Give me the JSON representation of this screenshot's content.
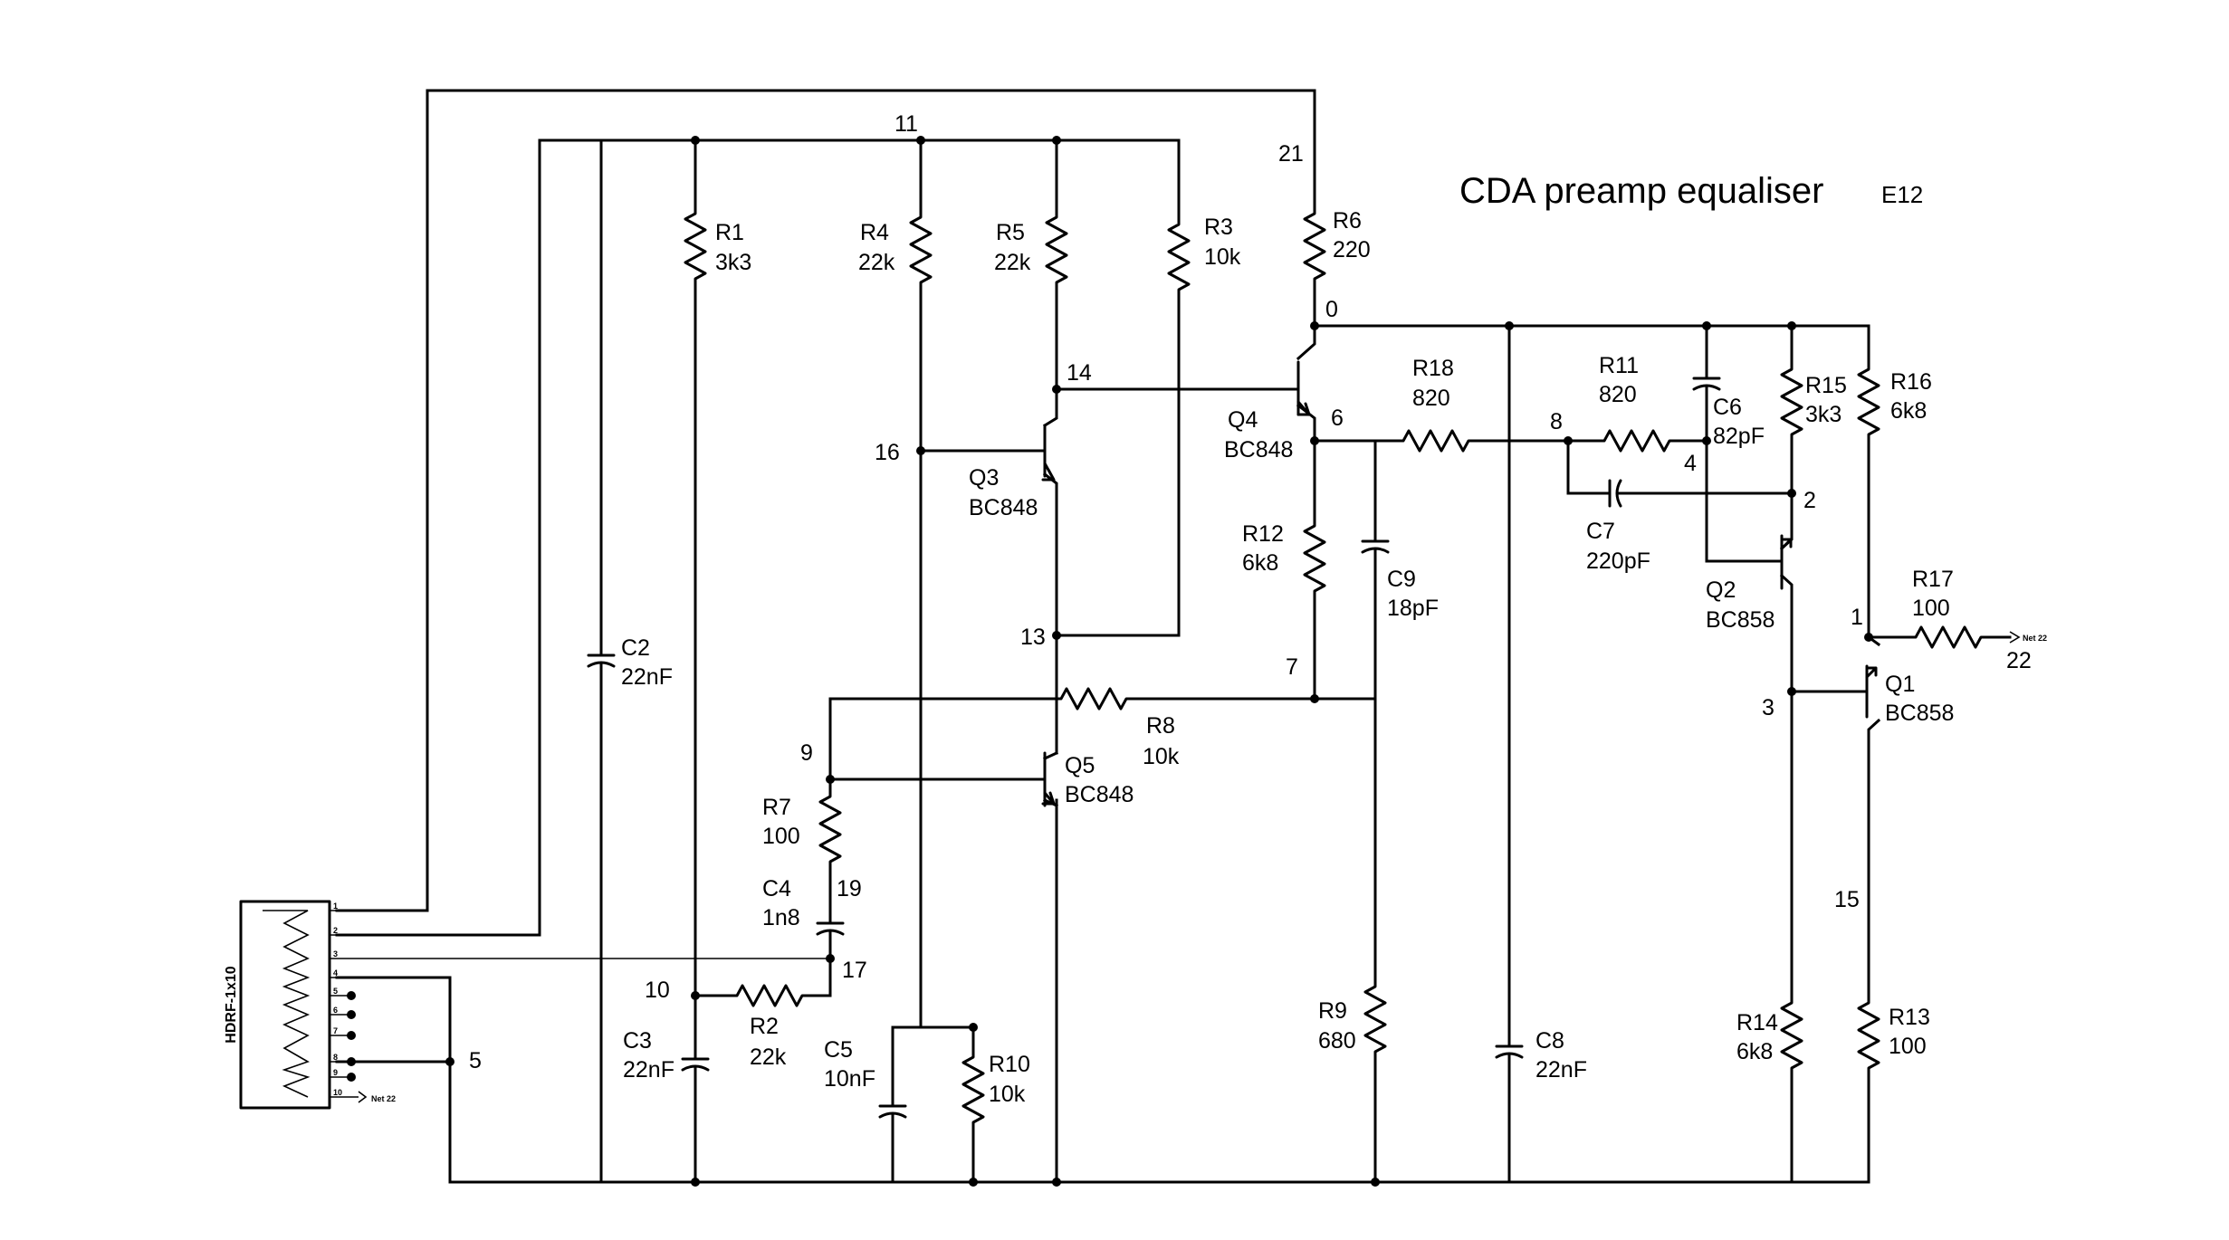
{
  "title": "CDA preamp equaliser",
  "subtitle": "E12",
  "connector": {
    "ref": "HDRF-1x10",
    "pins": [
      "1",
      "2",
      "3",
      "4",
      "5",
      "6",
      "7",
      "8",
      "9",
      "10"
    ],
    "net_tag": "Net 22"
  },
  "output_net_tag": "Net 22",
  "nodes": {
    "n0": "0",
    "n1": "1",
    "n2": "2",
    "n3": "3",
    "n4": "4",
    "n5": "5",
    "n6": "6",
    "n7": "7",
    "n8": "8",
    "n9": "9",
    "n10": "10",
    "n11": "11",
    "n13": "13",
    "n14": "14",
    "n15": "15",
    "n16": "16",
    "n17": "17",
    "n19": "19",
    "n21": "21",
    "n22": "22"
  },
  "components": {
    "R1": {
      "ref": "R1",
      "value": "3k3"
    },
    "R2": {
      "ref": "R2",
      "value": "22k"
    },
    "R3": {
      "ref": "R3",
      "value": "10k"
    },
    "R4": {
      "ref": "R4",
      "value": "22k"
    },
    "R5": {
      "ref": "R5",
      "value": "22k"
    },
    "R6": {
      "ref": "R6",
      "value": "220"
    },
    "R7": {
      "ref": "R7",
      "value": "100"
    },
    "R8": {
      "ref": "R8",
      "value": "10k"
    },
    "R9": {
      "ref": "R9",
      "value": "680"
    },
    "R10": {
      "ref": "R10",
      "value": "10k"
    },
    "R11": {
      "ref": "R11",
      "value": "820"
    },
    "R12": {
      "ref": "R12",
      "value": "6k8"
    },
    "R13": {
      "ref": "R13",
      "value": "100"
    },
    "R14": {
      "ref": "R14",
      "value": "6k8"
    },
    "R15": {
      "ref": "R15",
      "value": "3k3"
    },
    "R16": {
      "ref": "R16",
      "value": "6k8"
    },
    "R17": {
      "ref": "R17",
      "value": "100"
    },
    "R18": {
      "ref": "R18",
      "value": "820"
    },
    "C2": {
      "ref": "C2",
      "value": "22nF"
    },
    "C3": {
      "ref": "C3",
      "value": "22nF"
    },
    "C4": {
      "ref": "C4",
      "value": "1n8"
    },
    "C5": {
      "ref": "C5",
      "value": "10nF"
    },
    "C6": {
      "ref": "C6",
      "value": "82pF"
    },
    "C7": {
      "ref": "C7",
      "value": "220pF"
    },
    "C8": {
      "ref": "C8",
      "value": "22nF"
    },
    "C9": {
      "ref": "C9",
      "value": "18pF"
    },
    "Q1": {
      "ref": "Q1",
      "value": "BC858"
    },
    "Q2": {
      "ref": "Q2",
      "value": "BC858"
    },
    "Q3": {
      "ref": "Q3",
      "value": "BC848"
    },
    "Q4": {
      "ref": "Q4",
      "value": "BC848"
    },
    "Q5": {
      "ref": "Q5",
      "value": "BC848"
    }
  }
}
